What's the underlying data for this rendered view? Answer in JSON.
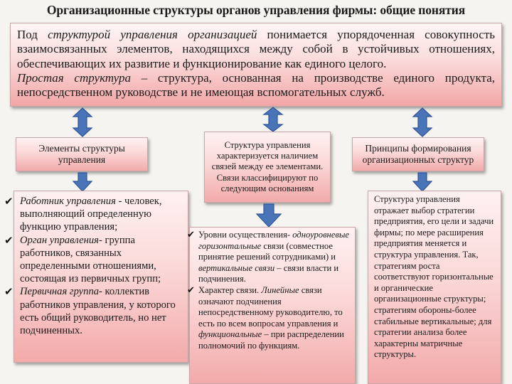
{
  "title": "Организационные структуры органов управления фирмы: общие понятия",
  "definition": {
    "term1": "Под ",
    "term1_italic": "структурой управления организацией",
    "term1_rest": " понимается упорядоченная совокупность взаимосвязанных элементов, находящихся между собой в устойчивых отношениях, обеспечивающих их развитие и функционирование как единого целого.",
    "term2_italic": "Простая структура",
    "term2_rest": " – структура, основанная на производстве единого продукта, непосредственном руководстве и не имеющая вспомогательных служб."
  },
  "boxes": {
    "elements": "Элементы структуры управления",
    "structure": "Структура управления характеризуется наличием связей между ее элементами. Связи классифицируют по следующим основаниям",
    "principles": "Принципы формирования организационных структур"
  },
  "left_list": [
    {
      "italic": "Работник управления",
      "rest": " - человек, выполняющий определенную функцию управления;"
    },
    {
      "italic": "Орган управления",
      "rest": "- группа работников, связанных определенными отношениями, состоящая из первичных групп;"
    },
    {
      "italic": "Первичная группа",
      "rest": "- коллектив работников управления, у которого есть общий руководитель, но нет подчиненных."
    }
  ],
  "middle_list": {
    "item1_a": "Уровни осуществления- ",
    "item1_b_italic": "одноуровневые горизонтальные",
    "item1_c": " связи (совместное принятие решений сотрудниками) и ",
    "item1_d_italic": "вертикальные связи",
    "item1_e": " – связи власти и подчинения.",
    "item2_a": "Характер связи. ",
    "item2_b_italic": "Линейные",
    "item2_c": " связи означают подчинения непосредственному руководителю, то есть по всем вопросам управления и ",
    "item2_d_italic": "функциональные",
    "item2_e": " – при распределении полномочий по функциям."
  },
  "right_text": "Структура управления отражает выбор стратегии предприятия, его цели и задачи фирмы; по мере расширения предприятия меняется и структура управления. Так, стратегиям роста соответствуют горизонтальные и органические организационные структуры; стратегиям обороны-более стабильные вертикальные; для стратегии анализа более характерны матричные структуры.",
  "colors": {
    "arrow_fill": "#4a74b8",
    "arrow_stroke": "#2f5597",
    "box_top": "#fff1f1",
    "box_bottom": "#f3aaaa"
  },
  "icons": {
    "bullet": "check-mark-icon"
  }
}
